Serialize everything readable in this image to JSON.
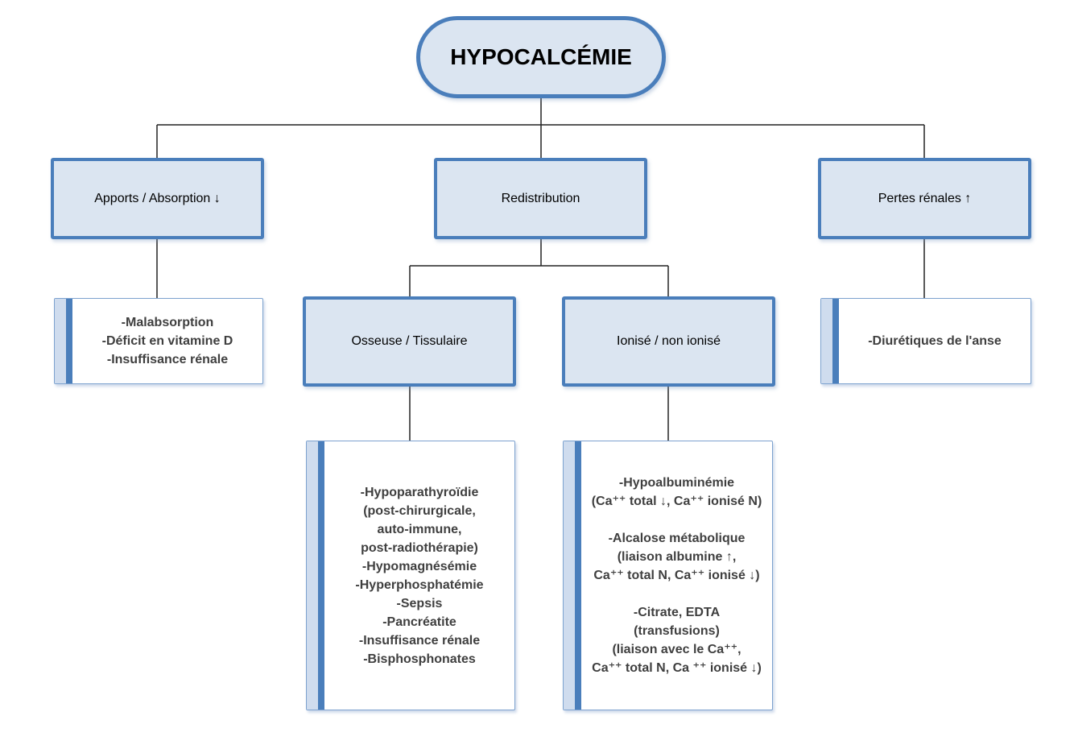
{
  "diagram": {
    "title": "HYPOCALCÉMIE",
    "colors": {
      "node_fill": "#dbe5f1",
      "node_border": "#4a7ebb",
      "list_border": "#7da2cf",
      "stripe_light": "#cfdcee",
      "stripe_dark": "#4a7ebb",
      "list_text": "#3f3f3f",
      "heading_text": "#000000",
      "connector": "#222222",
      "background": "#ffffff"
    }
  },
  "nodes": {
    "root": "HYPOCALCÉMIE",
    "apports": "Apports / Absorption ↓",
    "redistribution": "Redistribution",
    "pertes": "Pertes rénales ↑",
    "osseuse": "Osseuse / Tissulaire",
    "ionise": "Ionisé / non ionisé"
  },
  "lists": {
    "apports": [
      "-Malabsorption",
      "-Déficit en vitamine D",
      "-Insuffisance rénale"
    ],
    "pertes": [
      "-Diurétiques de l'anse"
    ],
    "osseuse": [
      "-Hypoparathyroïdie",
      "(post-chirurgicale,",
      "auto-immune,",
      "post-radiothérapie)",
      "-Hypomagnésémie",
      "-Hyperphosphatémie",
      "-Sepsis",
      "-Pancréatite",
      "-Insuffisance rénale",
      "-Bisphosphonates"
    ],
    "ionise": [
      [
        "-Hypoalbuminémie",
        "(Ca⁺⁺ total ↓, Ca⁺⁺ ionisé N)"
      ],
      [
        "-Alcalose métabolique",
        "(liaison albumine ↑,",
        "Ca⁺⁺ total N, Ca⁺⁺ ionisé ↓)"
      ],
      [
        "-Citrate, EDTA",
        "(transfusions)",
        "(liaison avec le Ca⁺⁺,",
        "Ca⁺⁺ total N, Ca ⁺⁺ ionisé ↓)"
      ]
    ]
  }
}
